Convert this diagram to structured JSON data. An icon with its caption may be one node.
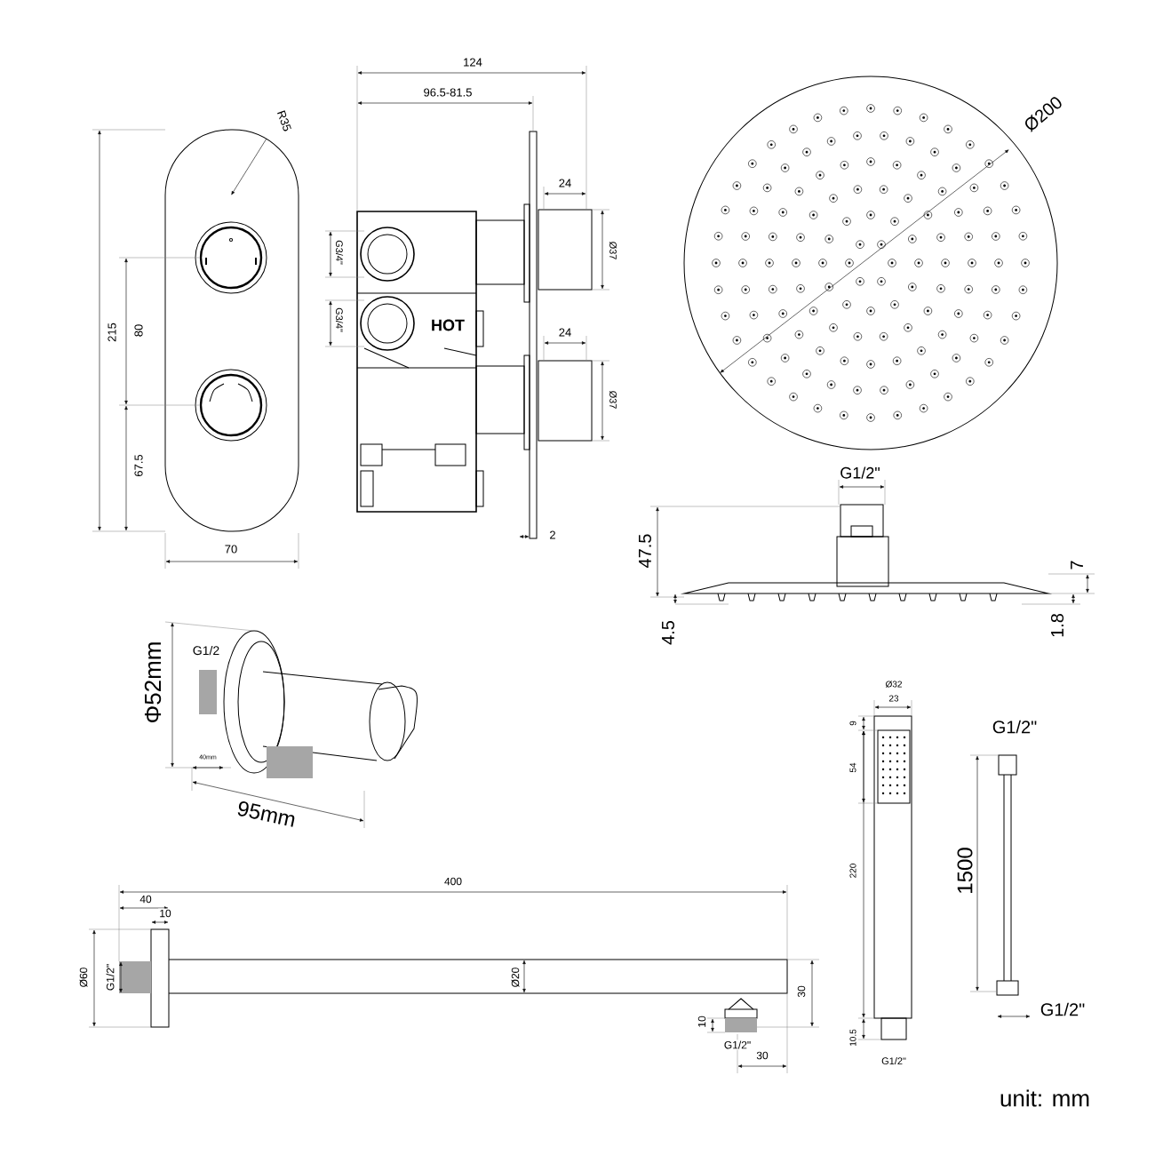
{
  "diagram": {
    "labels": [
      "124",
      "96.5-81.5",
      "R35",
      "215",
      "80",
      "67.5",
      "70",
      "24",
      "G3/4\"",
      "Ø37",
      "G3/4\"",
      "HOT",
      "24",
      "Ø37",
      "2",
      "Ø200",
      "G1/2\"",
      "47.5",
      "7",
      "4.5",
      "1.8",
      "G1/2",
      "Φ52mm",
      "40mm",
      "95mm",
      "Ø32",
      "23",
      "9",
      "54",
      "220",
      "10.5",
      "G1/2\"",
      "G1/2\"",
      "1500",
      "G1/2\"",
      "400",
      "40",
      "10",
      "Ø60",
      "G1/2\"",
      "Ø20",
      "10",
      "G1/2\"",
      "30",
      "30",
      "unit: mm"
    ]
  }
}
